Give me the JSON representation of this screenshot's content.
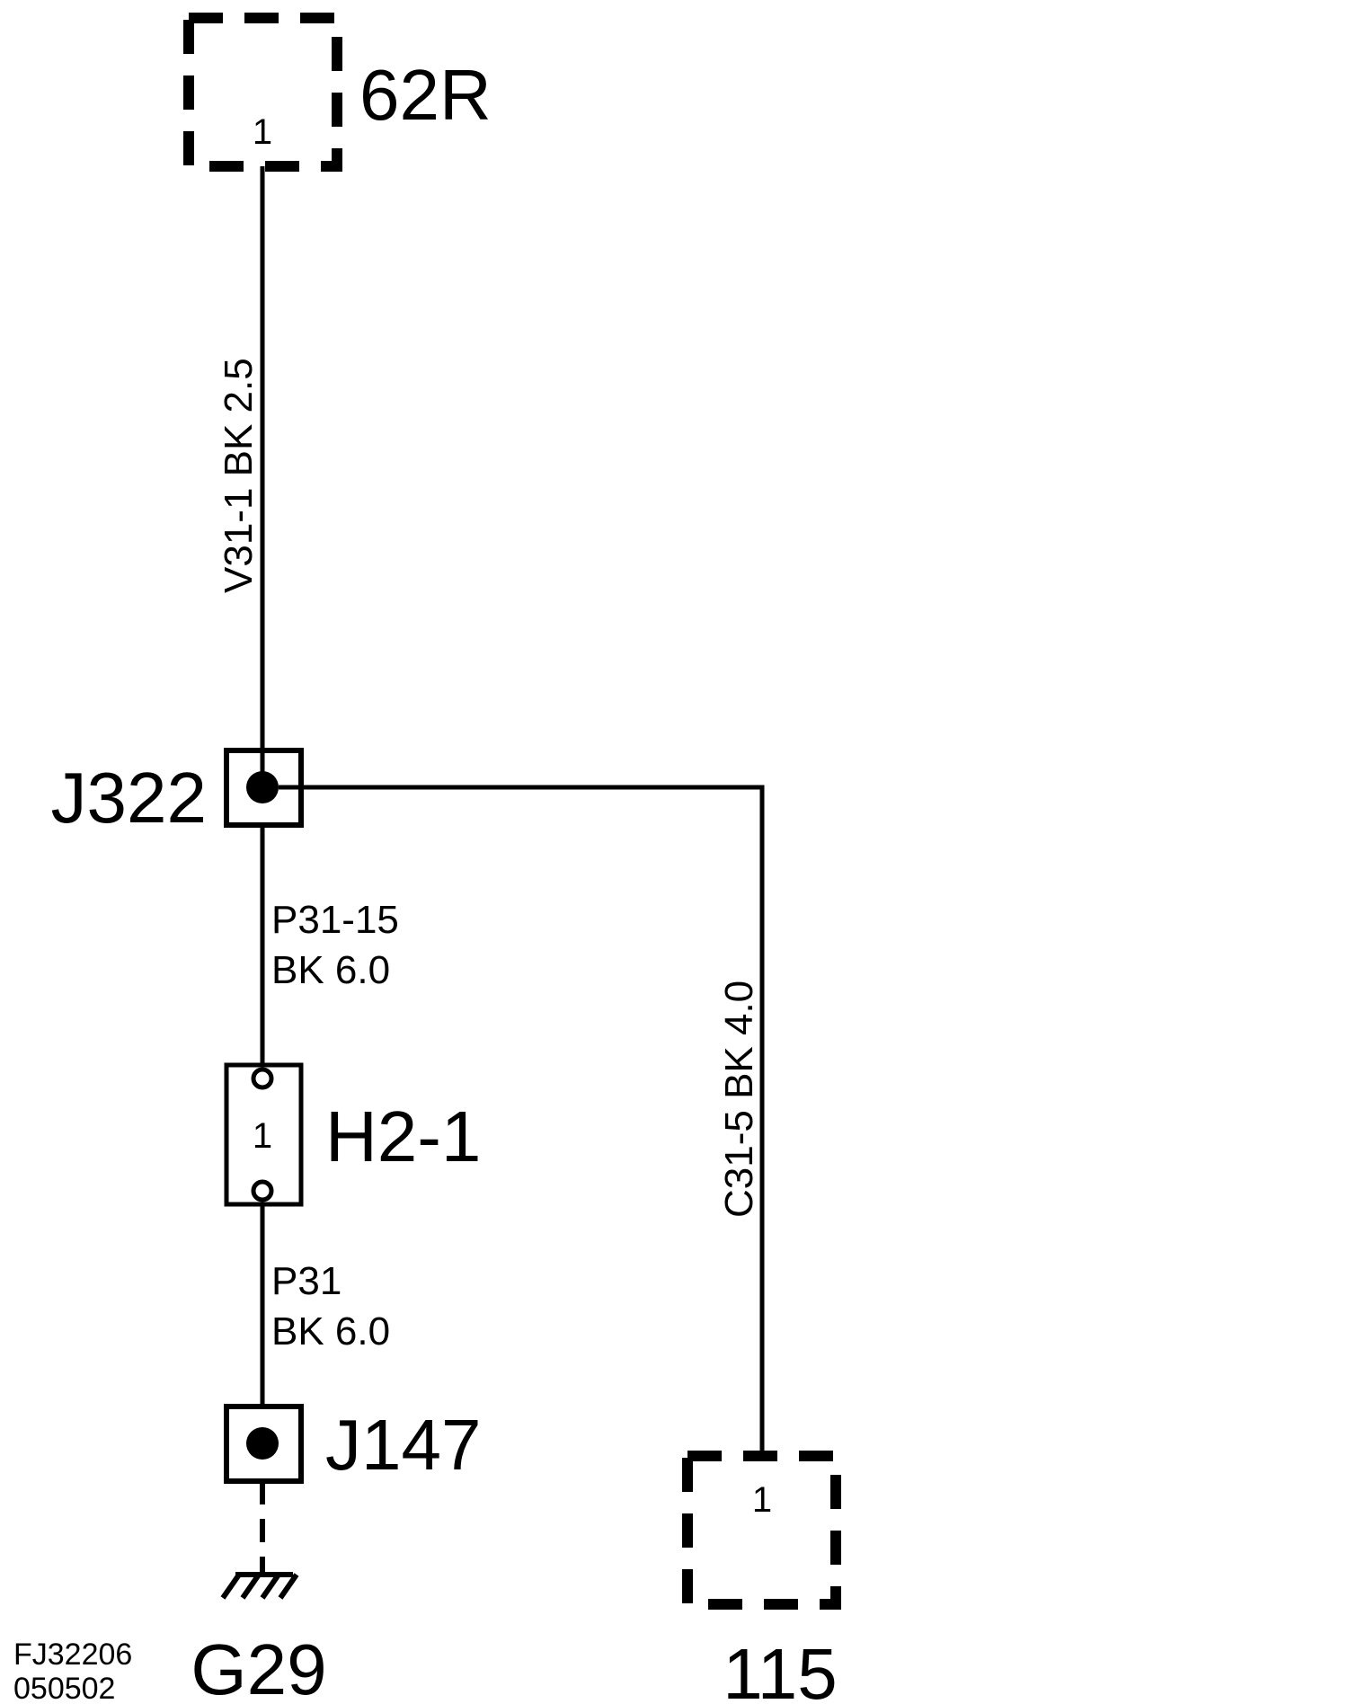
{
  "components": {
    "connector_top": {
      "name": "62R",
      "pin": "1"
    },
    "splice_top": {
      "name": "J322"
    },
    "inline": {
      "name": "H2-1",
      "pin": "1"
    },
    "splice_bottom": {
      "name": "J147"
    },
    "ground": {
      "name": "G29"
    },
    "connector_right": {
      "name": "115",
      "pin": "1"
    }
  },
  "wires": {
    "w1": {
      "label": "V31-1  BK  2.5"
    },
    "w2": {
      "line1": "P31-15",
      "line2": "BK  6.0"
    },
    "w3": {
      "line1": "P31",
      "line2": "BK  6.0"
    },
    "w4": {
      "label": "C31-5  BK  4.0"
    }
  },
  "footer": {
    "code": "FJ32206",
    "date": "050502"
  }
}
